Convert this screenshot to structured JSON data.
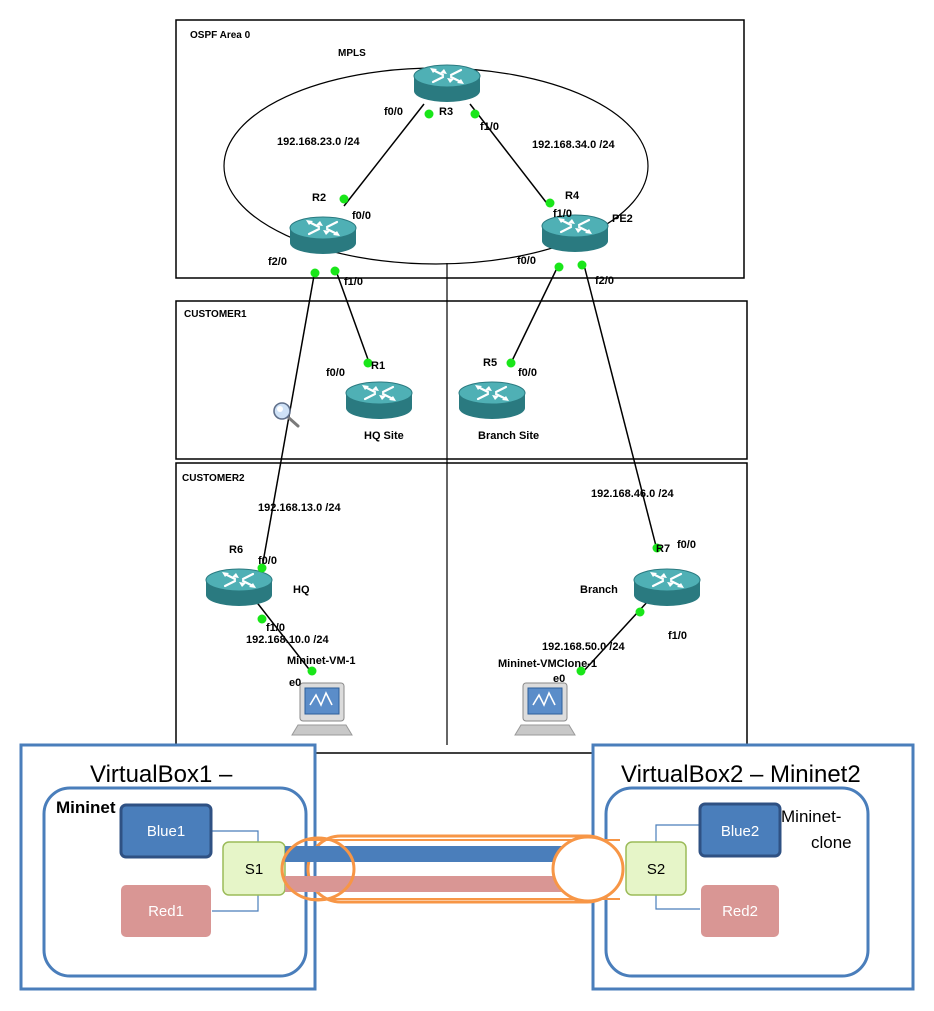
{
  "areas": {
    "ospf": "OSPF Area 0",
    "mpls": "MPLS",
    "customer1": "CUSTOMER1",
    "customer2": "CUSTOMER2"
  },
  "routers": {
    "r3": "R3",
    "r2": "R2",
    "r4": "R4",
    "pe2": "PE2",
    "r1": "R1",
    "r5": "R5",
    "r6": "R6",
    "r7": "R7"
  },
  "sites": {
    "hq_site": "HQ Site",
    "branch_site": "Branch Site",
    "hq": "HQ",
    "branch": "Branch"
  },
  "subnets": {
    "net23": "192.168.23.0 /24",
    "net34": "192.168.34.0 /24",
    "net13": "192.168.13.0 /24",
    "net46": "192.168.46.0 /24",
    "net10": "192.168.10.0 /24",
    "net50": "192.168.50.0 /24"
  },
  "interfaces": {
    "r3_f00": "f0/0",
    "r3_f10": "f1/0",
    "r2_f00": "f0/0",
    "r2_f20": "f2/0",
    "r2_f10": "f1/0",
    "r4_f10": "f1/0",
    "r4_f00": "f0/0",
    "r4_f20": "f2/0",
    "r1_f00": "f0/0",
    "r5_f00": "f0/0",
    "r6_f00": "f0/0",
    "r6_f10": "f1/0",
    "r7_f00": "f0/0",
    "r7_f10": "f1/0",
    "vm1_e0": "e0",
    "vm2_e0": "e0"
  },
  "hosts": {
    "vm1": "Mininet-VM-1",
    "vm2": "Mininet-VMClone-1"
  },
  "virtualbox": {
    "vb1_title": "VirtualBox1 –",
    "vb1_inner": "Mininet",
    "vb2_title": "VirtualBox2 – Mininet2",
    "vb2_inner_line1": "Mininet-",
    "vb2_inner_line2": "clone"
  },
  "nodes": {
    "blue1": "Blue1",
    "red1": "Red1",
    "s1": "S1",
    "s2": "S2",
    "blue2": "Blue2",
    "red2": "Red2"
  },
  "colors": {
    "router_top": "#3f9ea3",
    "router_side": "#2a7a80",
    "link_dot": "#19e619",
    "blue_node": "#4a7ebb",
    "red_node": "#d99694",
    "switch": "#e6f5c8",
    "vb_frame": "#4a7ebb",
    "tunnel": "#f79646"
  },
  "icons": {
    "router": "router-icon",
    "host": "computer-icon",
    "capture": "magnifier-icon"
  }
}
